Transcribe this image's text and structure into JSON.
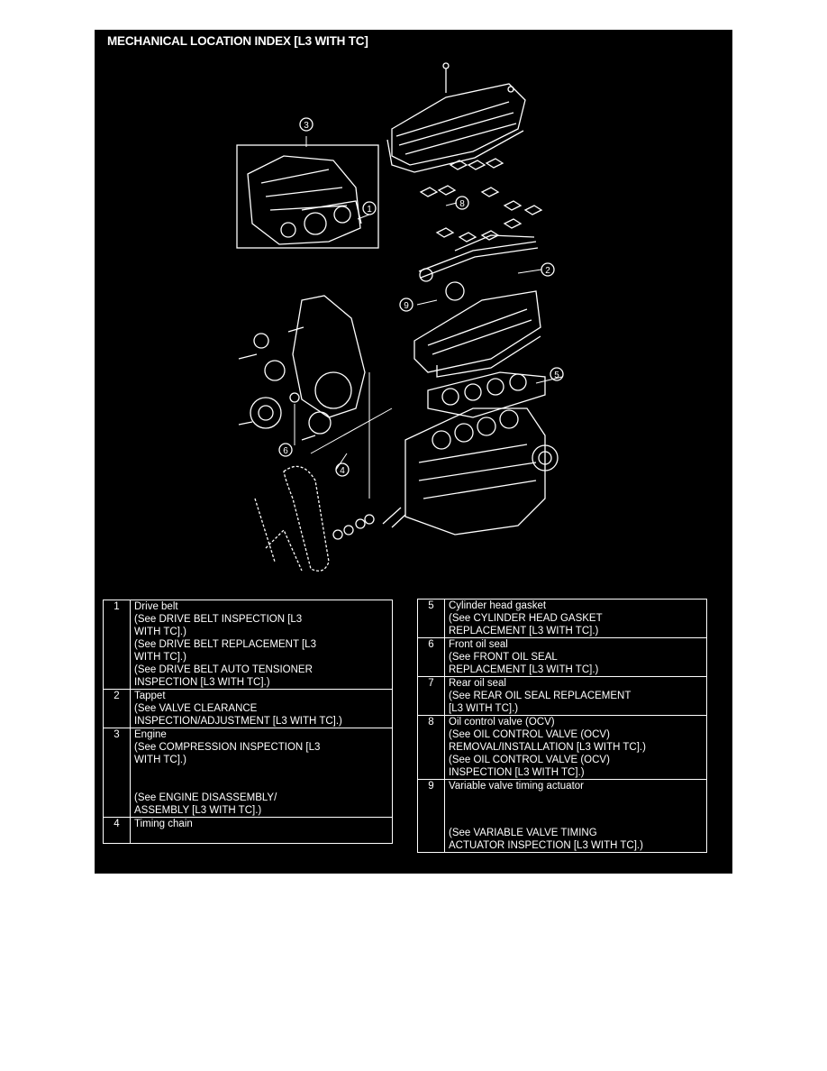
{
  "title": "MECHANICAL LOCATION INDEX [L3 WITH TC]",
  "callouts": [
    "1",
    "2",
    "3",
    "4",
    "5",
    "6",
    "8",
    "9"
  ],
  "left_table": [
    {
      "num": "1",
      "lines": [
        "Drive belt",
        "(See DRIVE BELT INSPECTION [L3",
        "WITH TC].)",
        "(See DRIVE BELT REPLACEMENT [L3",
        "WITH TC].)",
        "(See DRIVE BELT AUTO TENSIONER",
        "INSPECTION [L3 WITH TC].)"
      ]
    },
    {
      "num": "2",
      "lines": [
        "Tappet",
        "(See VALVE CLEARANCE",
        "INSPECTION/ADJUSTMENT [L3 WITH TC].)"
      ]
    },
    {
      "num": "3",
      "lines": [
        "Engine",
        "(See COMPRESSION INSPECTION [L3",
        "WITH TC].)",
        "",
        "",
        "(See ENGINE DISASSEMBLY/",
        "ASSEMBLY [L3 WITH TC].)"
      ]
    },
    {
      "num": "4",
      "lines": [
        "Timing chain",
        "",
        ""
      ]
    }
  ],
  "right_table": [
    {
      "num": "5",
      "lines": [
        "Cylinder head gasket",
        "(See CYLINDER HEAD GASKET",
        "REPLACEMENT [L3 WITH TC].)"
      ]
    },
    {
      "num": "6",
      "lines": [
        "Front oil seal",
        "(See FRONT OIL SEAL",
        "REPLACEMENT [L3 WITH TC].)"
      ]
    },
    {
      "num": "7",
      "lines": [
        "Rear oil seal",
        "(See REAR OIL SEAL REPLACEMENT",
        "[L3 WITH TC].)"
      ]
    },
    {
      "num": "8",
      "lines": [
        "Oil control valve (OCV)",
        "(See OIL CONTROL VALVE (OCV)",
        "REMOVAL/INSTALLATION [L3 WITH TC].)",
        "(See OIL CONTROL VALVE (OCV)",
        "INSPECTION [L3 WITH TC].)"
      ]
    },
    {
      "num": "9",
      "lines": [
        "Variable valve timing actuator",
        "",
        "",
        "",
        "(See VARIABLE VALVE TIMING",
        "ACTUATOR INSPECTION [L3 WITH TC].)"
      ]
    }
  ]
}
